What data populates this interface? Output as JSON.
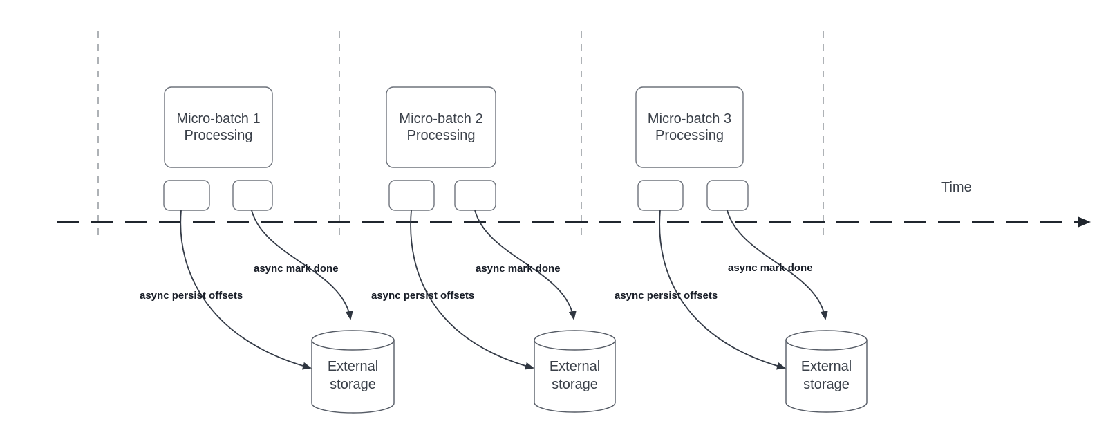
{
  "diagram": {
    "time_label": "Time",
    "batches": [
      {
        "title_line1": "Micro-batch 1",
        "title_line2": "Processing",
        "persist_label": "async persist offsets",
        "done_label": "async mark done",
        "storage_line1": "External",
        "storage_line2": "storage"
      },
      {
        "title_line1": "Micro-batch 2",
        "title_line2": "Processing",
        "persist_label": "async persist offsets",
        "done_label": "async mark done",
        "storage_line1": "External",
        "storage_line2": "storage"
      },
      {
        "title_line1": "Micro-batch 3",
        "title_line2": "Processing",
        "persist_label": "async persist offsets",
        "done_label": "async mark done",
        "storage_line1": "External",
        "storage_line2": "storage"
      }
    ],
    "colors": {
      "shape_border": "#6e737c",
      "curve_stroke": "#343b47",
      "timeline_stroke": "#20262e",
      "gridline_stroke": "#94989e",
      "shape_text": "#3a4049",
      "edge_label_text": "#171c26",
      "background": "#ffffff"
    }
  }
}
